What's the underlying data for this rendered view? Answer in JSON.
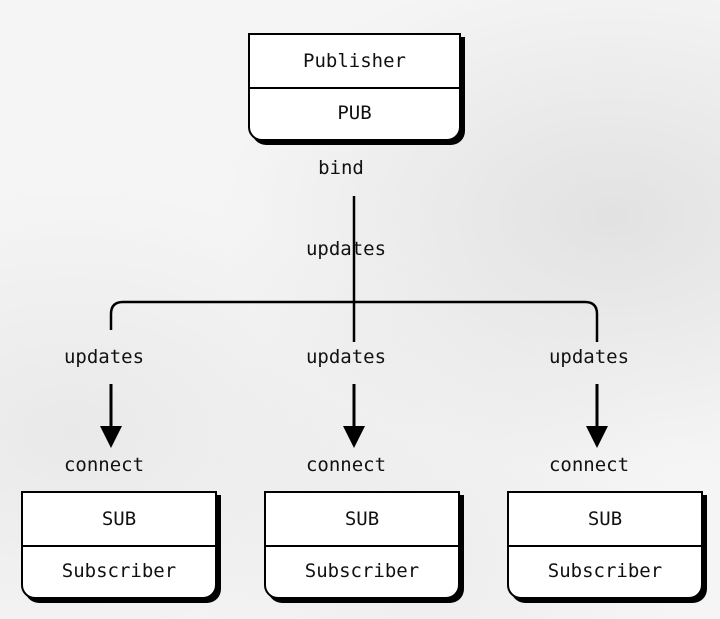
{
  "publisher": {
    "name": "Publisher",
    "socket": "PUB",
    "bind_label": "bind"
  },
  "trunk_label": "updates",
  "subscribers": [
    {
      "socket": "SUB",
      "name": "Subscriber",
      "updates_label": "updates",
      "connect_label": "connect"
    },
    {
      "socket": "SUB",
      "name": "Subscriber",
      "updates_label": "updates",
      "connect_label": "connect"
    },
    {
      "socket": "SUB",
      "name": "Subscriber",
      "updates_label": "updates",
      "connect_label": "connect"
    }
  ]
}
